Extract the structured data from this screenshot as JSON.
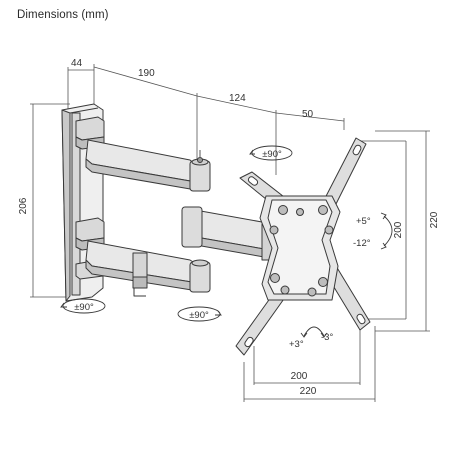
{
  "title": "Dimensions (mm)",
  "dimensions": {
    "wall_depth": "44",
    "arm_segment_1": "190",
    "arm_segment_2": "124",
    "plate_offset": "50",
    "wall_plate_height": "206",
    "vesa_height_inner": "200",
    "vesa_height_outer": "220",
    "vesa_width_inner": "200",
    "vesa_width_outer": "220"
  },
  "rotations": {
    "head_swivel": "±90°",
    "wall_swivel": "±90°",
    "arm_swivel": "±90°",
    "tilt_up": "+5°",
    "tilt_down": "-12°",
    "rotate_plus": "+3°",
    "rotate_minus": "-3°"
  },
  "colors": {
    "line": "#3a3a3a",
    "metal_fill": "#e6e6e6",
    "metal_dark": "#bdbdbd",
    "dim_line": "#555555"
  }
}
